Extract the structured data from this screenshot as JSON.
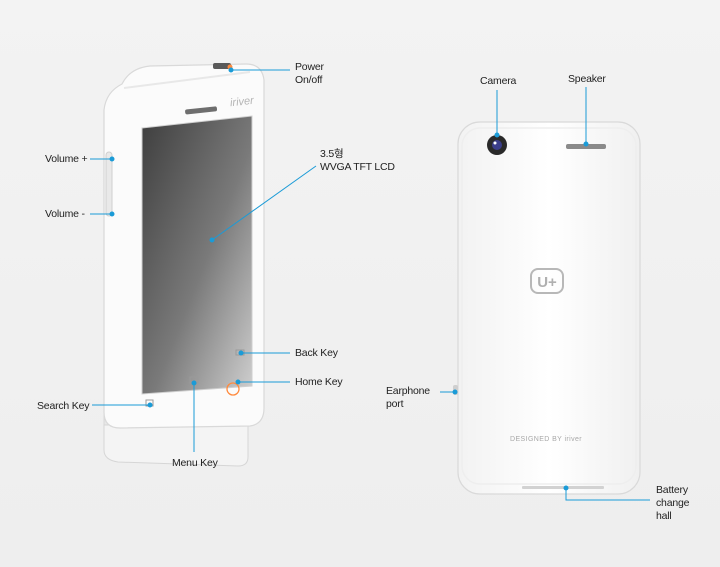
{
  "colors": {
    "callout": "#1a9bd7",
    "background": "#efefef",
    "body_white": "#fafafa",
    "screen_dark": "#555555",
    "home_ring": "#ff8a3d"
  },
  "front": {
    "brand": "iriver",
    "labels": {
      "power": "Power\nOn/off",
      "lcd": "3.5형\nWVGA TFT LCD",
      "volume_up": "Volume +",
      "volume_down": "Volume -",
      "back_key": "Back Key",
      "home_key": "Home Key",
      "search_key": "Search Key",
      "menu_key": "Menu Key"
    }
  },
  "back": {
    "logo": "U+",
    "designed_by": "DESIGNED BY iriver",
    "labels": {
      "camera": "Camera",
      "speaker": "Speaker",
      "earphone": "Earphone\nport",
      "battery": "Battery\nchange\nhall"
    }
  }
}
